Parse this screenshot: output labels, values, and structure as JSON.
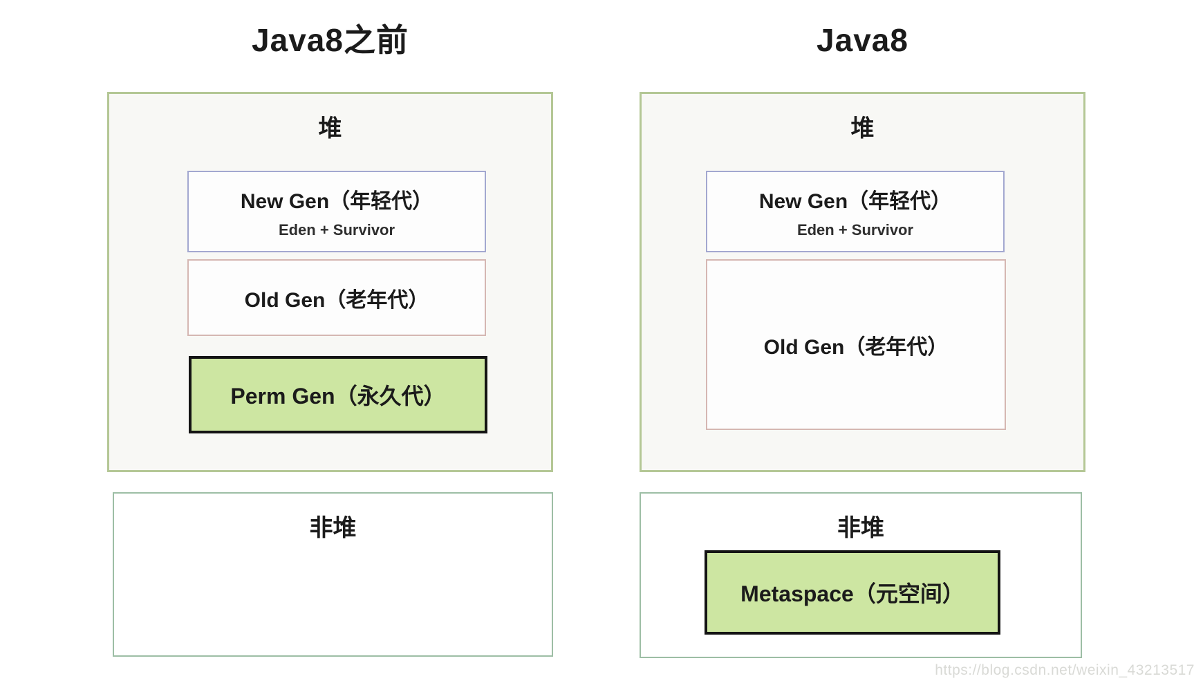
{
  "diagram": {
    "left": {
      "title": "Java8之前",
      "heap_label": "堆",
      "new_gen": {
        "title": "New Gen（年轻代）",
        "subtitle": "Eden + Survivor"
      },
      "old_gen": {
        "title": "Old Gen（老年代）"
      },
      "perm_gen": {
        "title": "Perm Gen（永久代）"
      },
      "non_heap_label": "非堆"
    },
    "right": {
      "title": "Java8",
      "heap_label": "堆",
      "new_gen": {
        "title": "New Gen（年轻代）",
        "subtitle": "Eden + Survivor"
      },
      "old_gen": {
        "title": "Old Gen（老年代）"
      },
      "metaspace": {
        "title": "Metaspace（元空间）"
      },
      "non_heap_label": "非堆"
    }
  },
  "watermark": {
    "text": "https://blog.csdn.net/weixin_43213517"
  },
  "colors": {
    "heap_border": "#b4c795",
    "heap_fill": "#f8f8f5",
    "newgen_border": "#a3a8d0",
    "oldgen_border": "#d5b7b2",
    "green_fill": "#cde6a2",
    "black_border": "#141414",
    "nonheap_border": "#9dbea5",
    "watermark_color": "#d9dad6",
    "text_color": "#1b1b1b"
  }
}
